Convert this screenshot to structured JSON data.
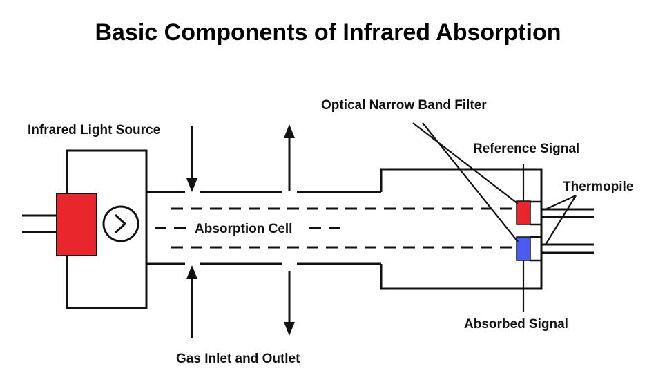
{
  "title": "Basic Components of Infrared Absorption",
  "labels": {
    "infrared_light_source": "Infrared Light Source",
    "optical_narrow_band_filter": "Optical Narrow Band Filter",
    "reference_signal": "Reference Signal",
    "thermopile": "Thermopile",
    "absorption_cell": "Absorption Cell",
    "absorbed_signal": "Absorbed Signal",
    "gas_inlet_and_outlet": "Gas Inlet and Outlet"
  },
  "colors": {
    "source_block": "#e8262c",
    "reference_filter": "#e8262c",
    "absorbed_filter": "#4d5cf0",
    "line": "#111111"
  }
}
